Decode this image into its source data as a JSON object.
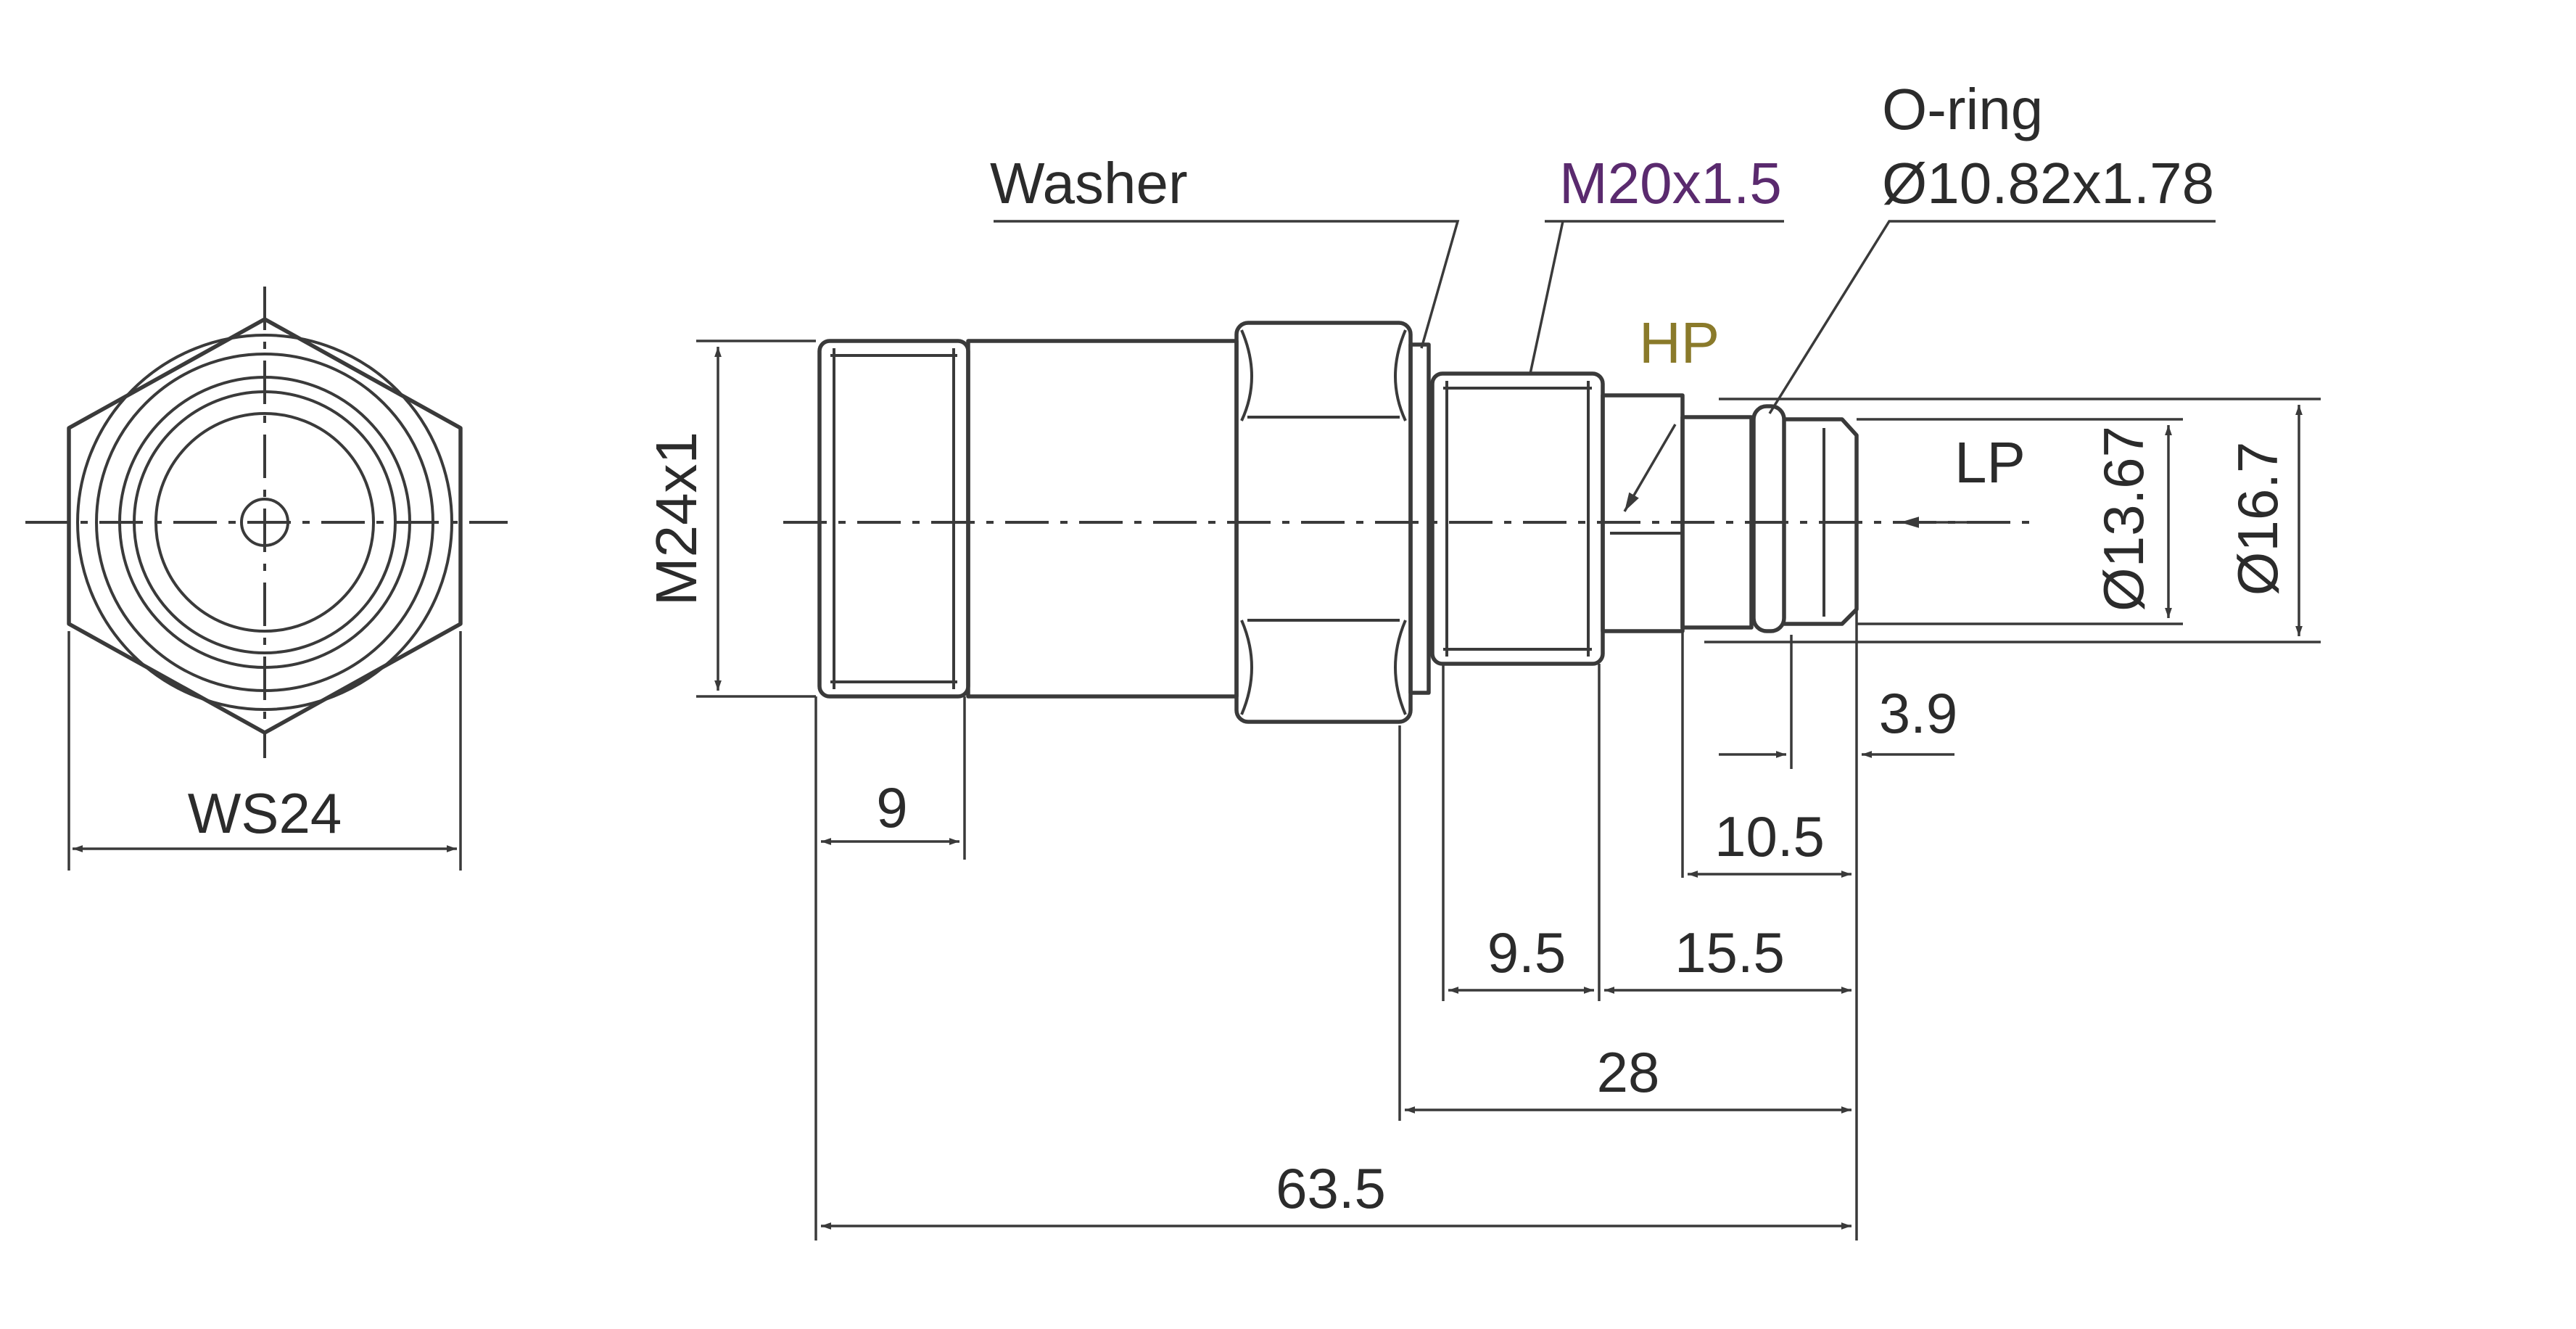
{
  "labels": {
    "washer": "Washer",
    "thread_side": "M20x1.5",
    "oring_title": "O-ring",
    "oring_size": "Ø10.82x1.78",
    "hp": "HP",
    "lp": "LP",
    "thread_main": "M24x1"
  },
  "dimensions": {
    "ws24": "WS24",
    "d9": "9",
    "d3_9": "3.9",
    "d10_5": "10.5",
    "d9_5": "9.5",
    "d15_5": "15.5",
    "d28": "28",
    "d63_5": "63.5",
    "dia13_67": "Ø13.67",
    "dia16_7": "Ø16.7"
  },
  "colors": {
    "ink": "#3a3a3a",
    "label_purple": "#5a2a6e",
    "label_olive": "#8a7a2a"
  }
}
